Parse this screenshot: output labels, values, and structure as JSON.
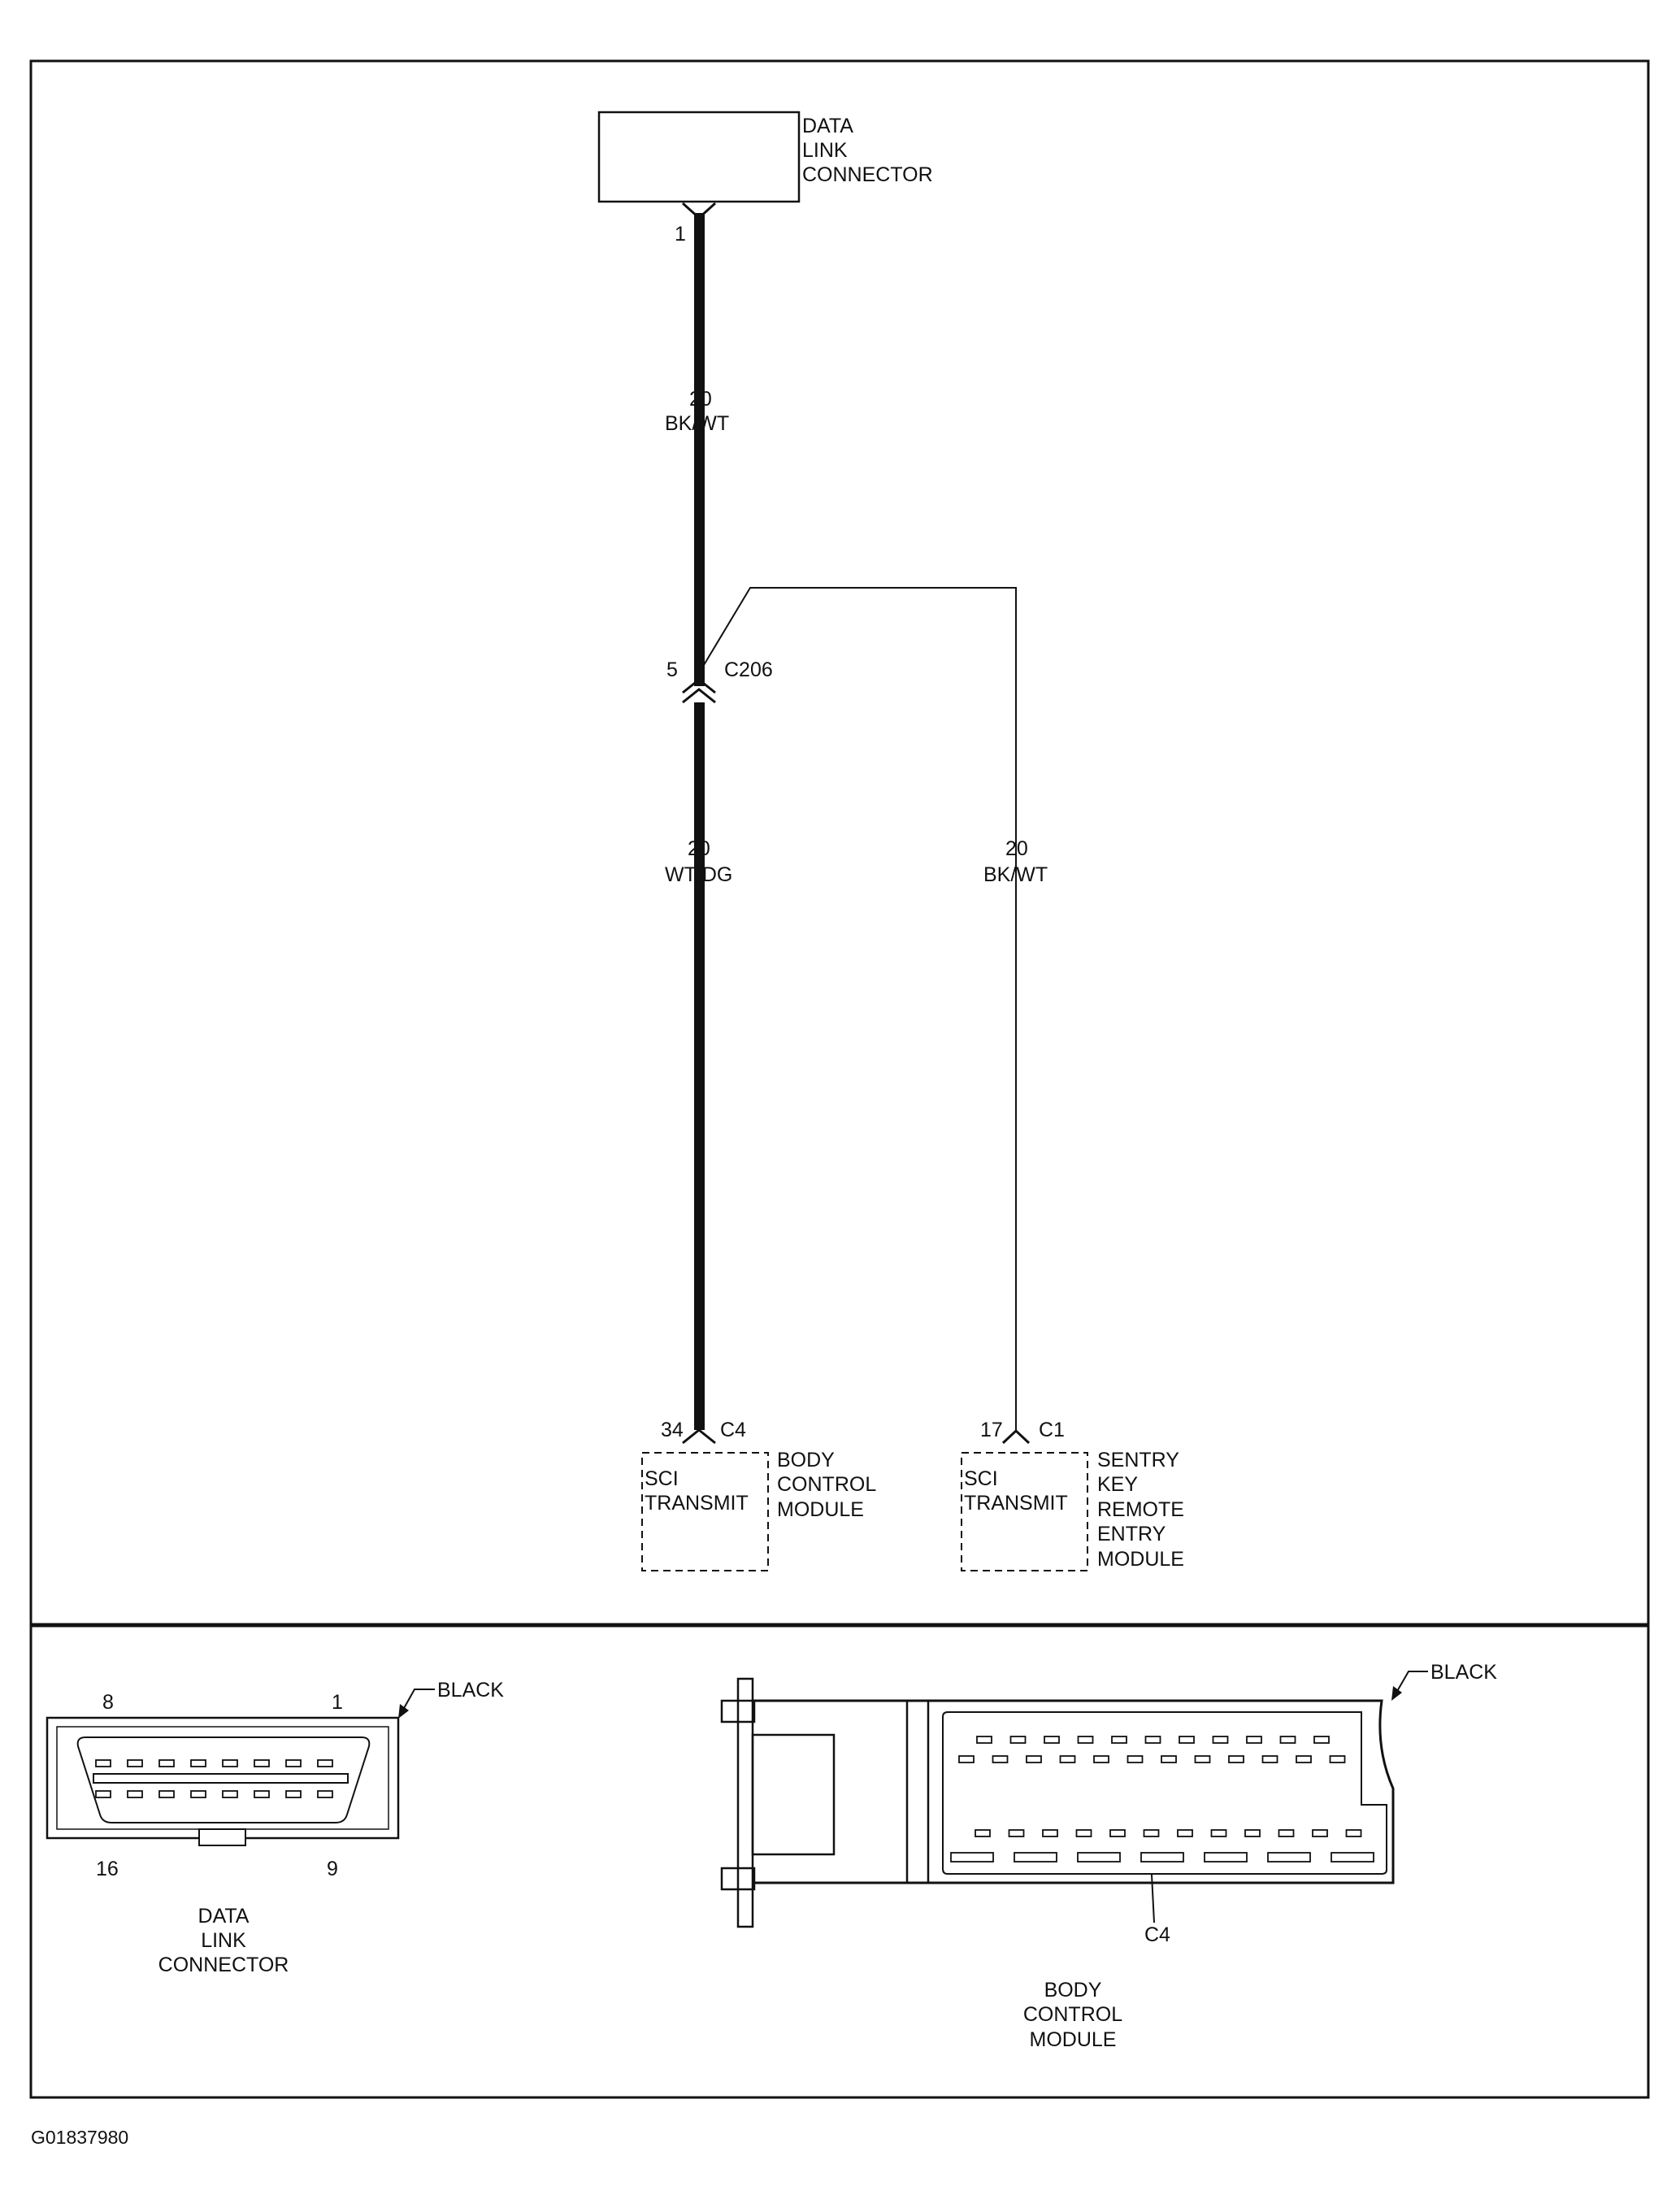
{
  "colors": {
    "line": "#111111",
    "background": "#ffffff"
  },
  "schematic": {
    "data_link_connector": {
      "label": [
        "DATA",
        "LINK",
        "CONNECTOR"
      ],
      "pin": "1"
    },
    "wire_upper": {
      "gauge": "20",
      "color": "BK/WT"
    },
    "splice": {
      "pin": "5",
      "connector": "C206"
    },
    "wire_lower_left": {
      "gauge": "20",
      "color": "WT/DG"
    },
    "wire_right": {
      "gauge": "20",
      "color": "BK/WT"
    },
    "body_control_module": {
      "pin": "34",
      "connector": "C4",
      "function": [
        "SCI",
        "TRANSMIT"
      ],
      "label": [
        "BODY",
        "CONTROL",
        "MODULE"
      ]
    },
    "skrem_module": {
      "pin": "17",
      "connector": "C1",
      "function": [
        "SCI",
        "TRANSMIT"
      ],
      "label": [
        "SENTRY",
        "KEY",
        "REMOTE",
        "ENTRY",
        "MODULE"
      ]
    }
  },
  "connector_views": {
    "dlc": {
      "pin_top_left": "8",
      "pin_top_right": "1",
      "pin_bottom_left": "16",
      "pin_bottom_right": "9",
      "color_label": "BLACK",
      "label": [
        "DATA",
        "LINK",
        "CONNECTOR"
      ]
    },
    "bcm": {
      "color_label": "BLACK",
      "connector": "C4",
      "label": [
        "BODY",
        "CONTROL",
        "MODULE"
      ]
    }
  },
  "figure_code": "G01837980"
}
